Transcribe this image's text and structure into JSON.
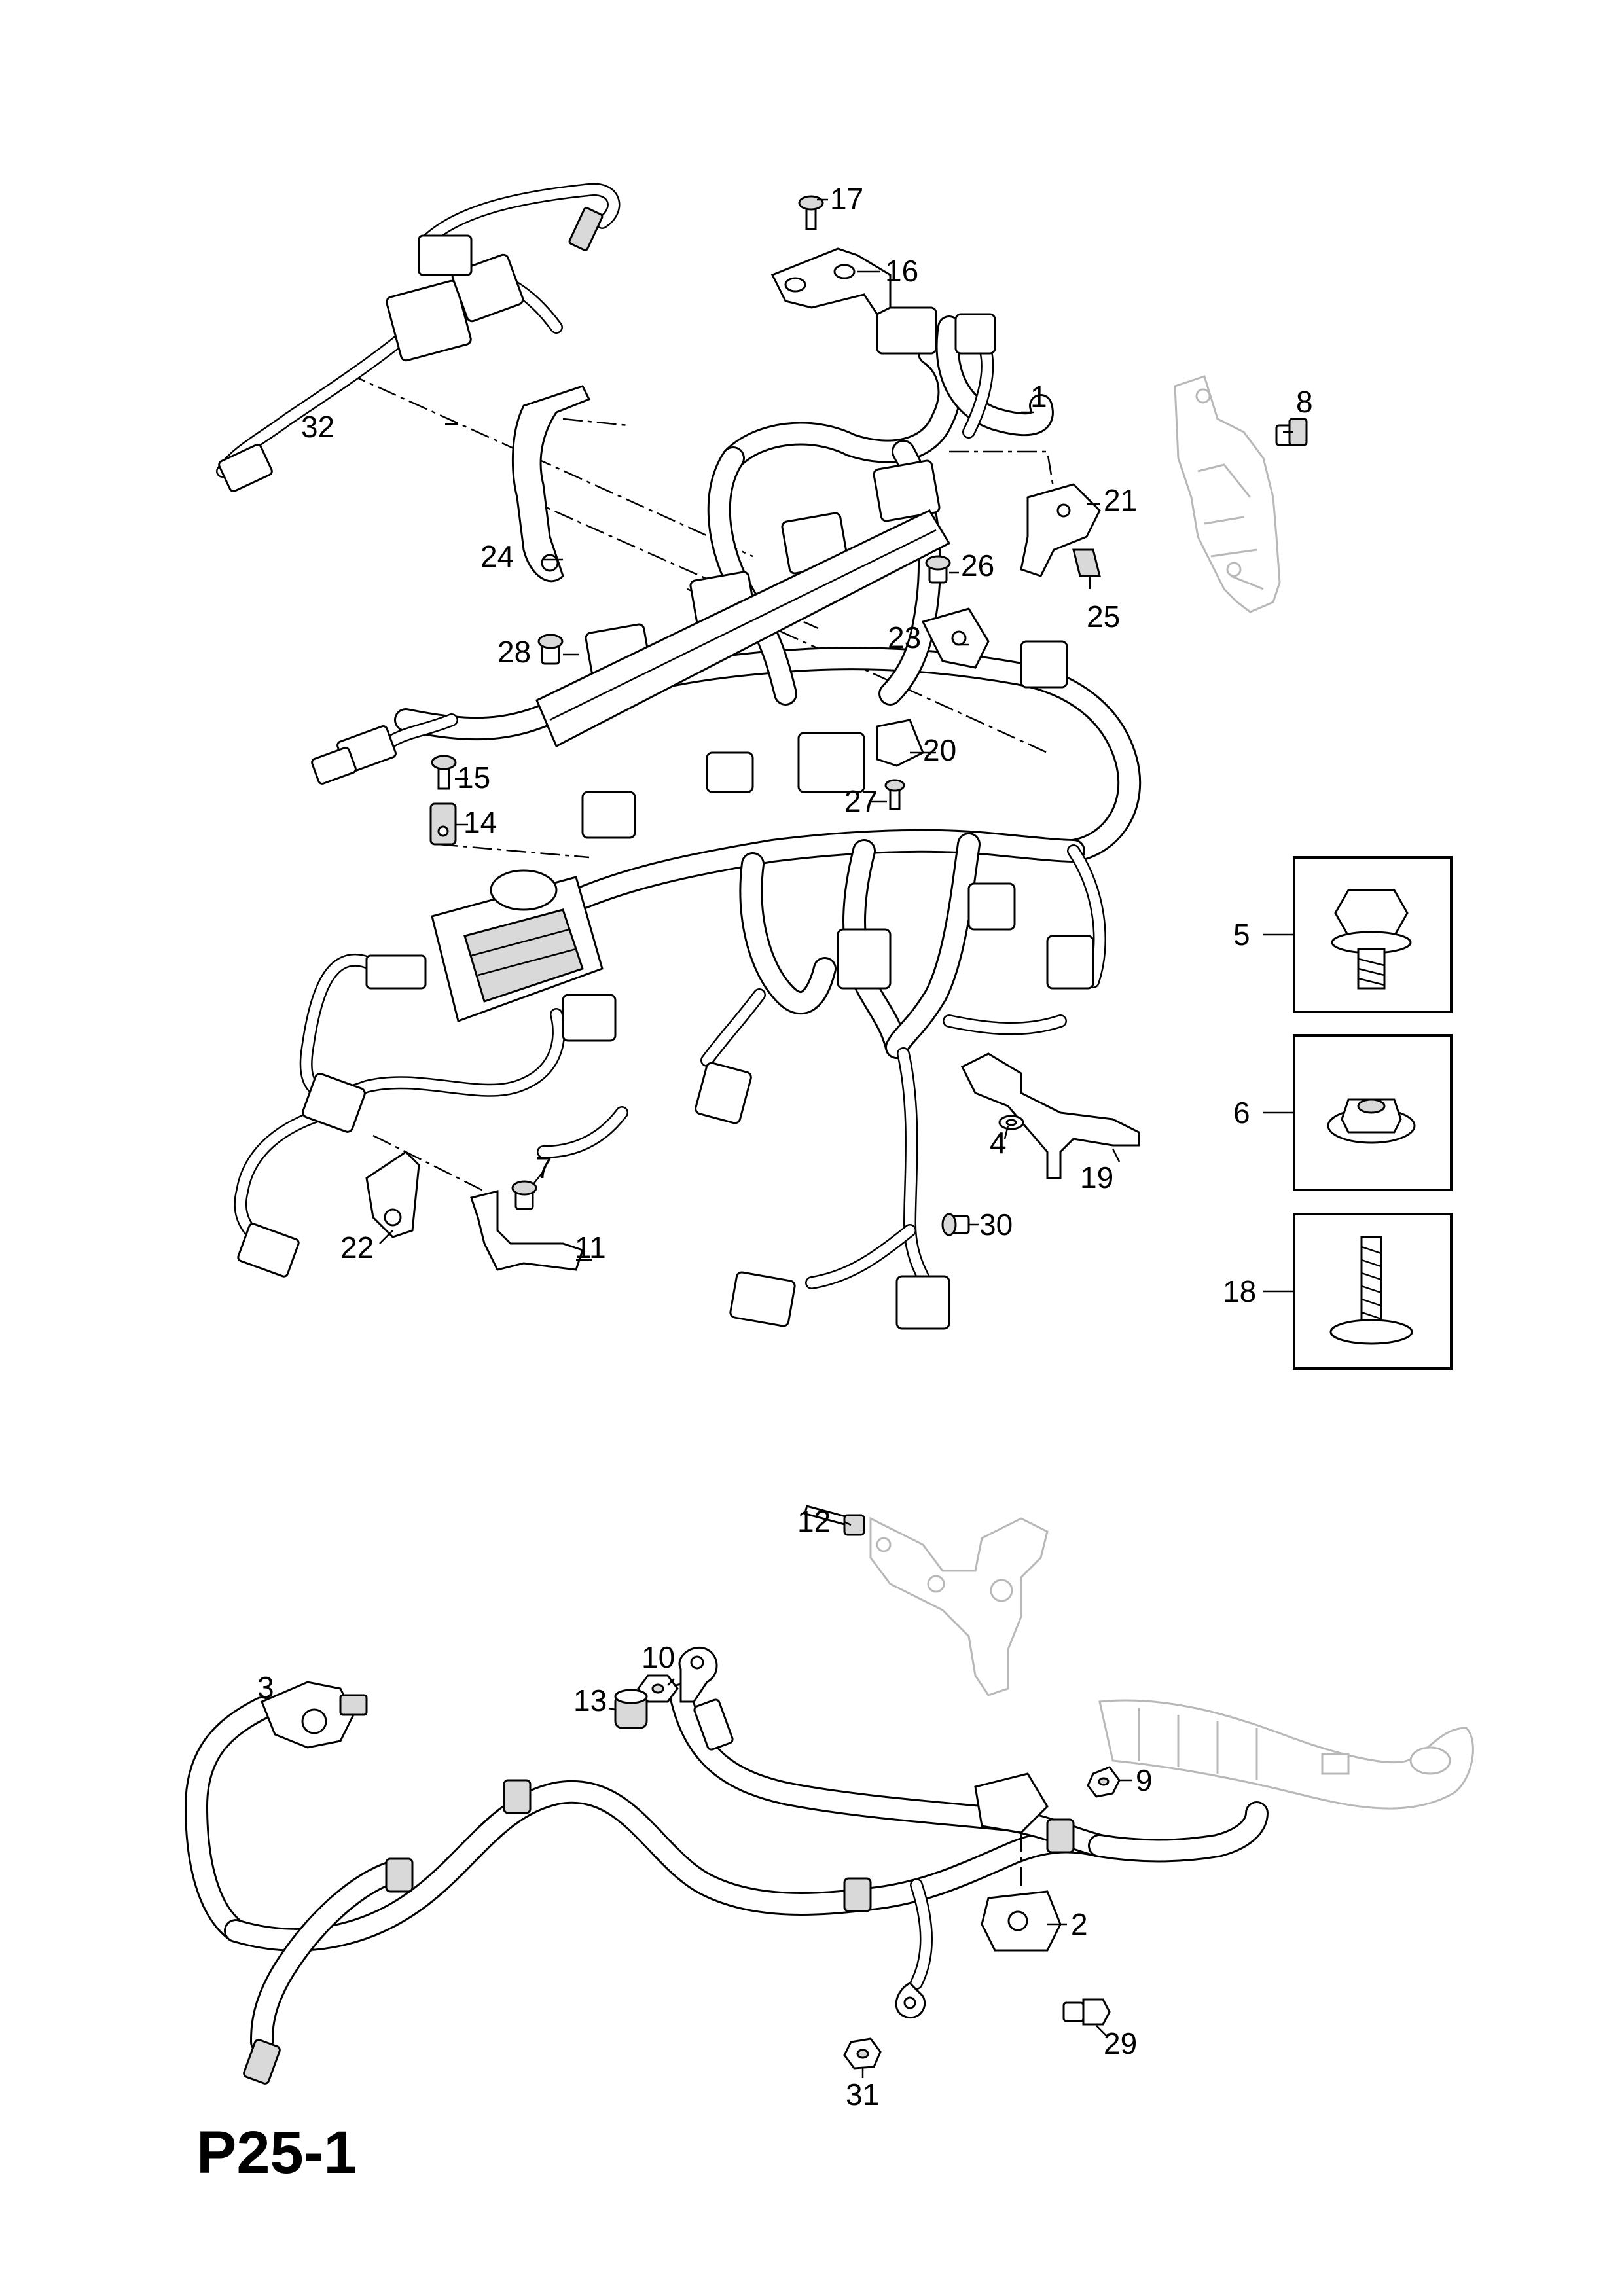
{
  "diagram": {
    "title": "P25-1",
    "callouts": [
      "1",
      "2",
      "3",
      "4",
      "5",
      "6",
      "7",
      "8",
      "9",
      "10",
      "11",
      "12",
      "13",
      "14",
      "15",
      "16",
      "17",
      "18",
      "19",
      "20",
      "21",
      "22",
      "23",
      "24",
      "25",
      "26",
      "27",
      "28",
      "29",
      "30",
      "31",
      "32"
    ]
  }
}
